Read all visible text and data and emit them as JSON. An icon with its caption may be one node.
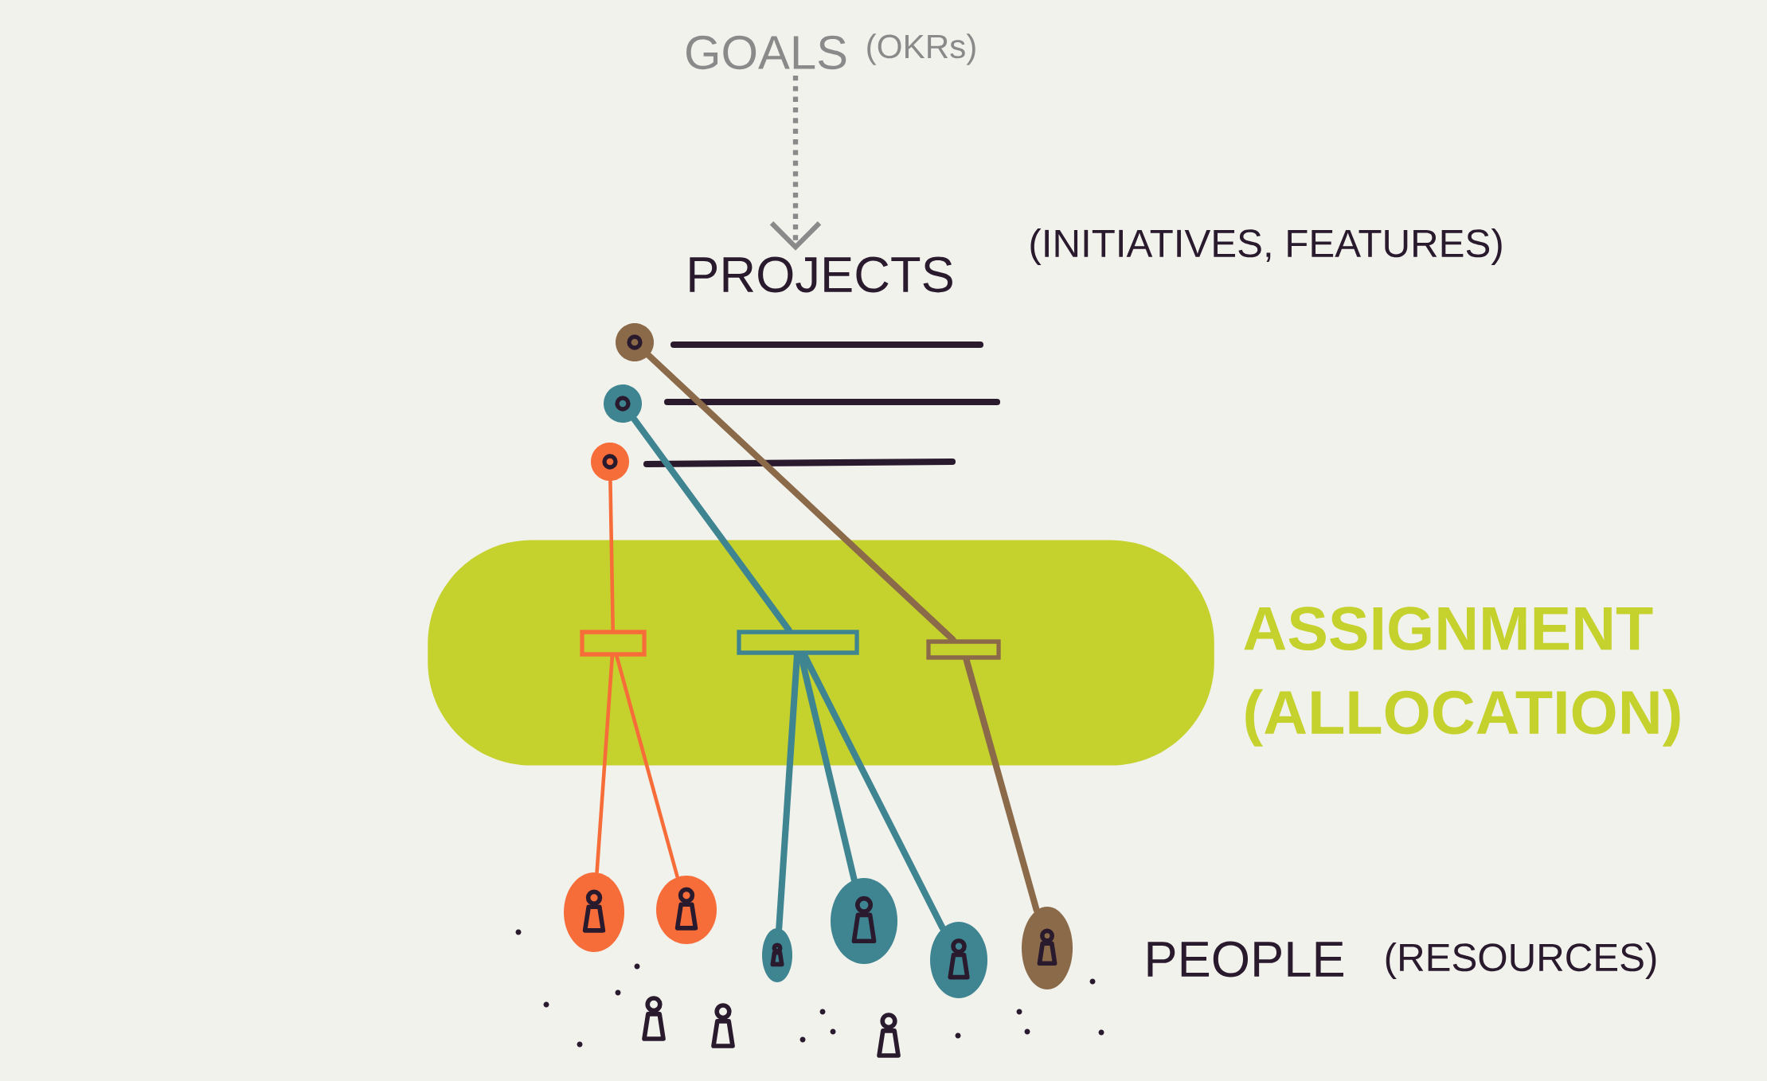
{
  "diagram": {
    "nodes": [
      {
        "text": [
          "GOALS"
        ],
        "beside": [
          "(OKRs)"
        ]
      },
      {
        "text": [
          "PROJECTS"
        ],
        "beside": [
          "(INITIATIVES, FEATURES)"
        ]
      },
      {
        "text": [],
        "shape": "circle"
      },
      {
        "text": [],
        "shape": "circle"
      },
      {
        "text": [],
        "shape": "circle"
      },
      {
        "text": [
          "ASSIGNMENT (ALLOCATION)"
        ]
      },
      {
        "text": [],
        "shape": "box",
        "in": 5
      },
      {
        "text": [],
        "shape": "box",
        "in": 5
      },
      {
        "text": [],
        "shape": "box",
        "in": 5
      },
      {
        "text": [],
        "shape": "person"
      },
      {
        "text": [],
        "shape": "person"
      },
      {
        "text": [],
        "shape": "person"
      },
      {
        "text": [],
        "shape": "person"
      },
      {
        "text": [],
        "shape": "person"
      },
      {
        "text": [],
        "shape": "person"
      },
      {
        "text": [
          "PEOPLE"
        ],
        "beside": [
          "(RESOURCES)"
        ]
      }
    ],
    "edges": [
      {
        "from": 0,
        "to": 1,
        "arrow": "to",
        "style": "dashed",
        "color": "#8a8a8a"
      },
      {
        "from": 2,
        "to": 8,
        "arrow": "none",
        "color": "#8b6a4a"
      },
      {
        "from": 3,
        "to": 7,
        "arrow": "none",
        "color": "#3f8591"
      },
      {
        "from": 4,
        "to": 6,
        "arrow": "none",
        "color": "#f76d3a"
      },
      {
        "from": 6,
        "to": 9,
        "arrow": "none",
        "color": "#f76d3a"
      },
      {
        "from": 6,
        "to": 10,
        "arrow": "none",
        "color": "#f76d3a"
      },
      {
        "from": 7,
        "to": 11,
        "arrow": "none",
        "color": "#3f8591"
      },
      {
        "from": 7,
        "to": 12,
        "arrow": "none",
        "color": "#3f8591"
      },
      {
        "from": 7,
        "to": 13,
        "arrow": "none",
        "color": "#3f8591"
      },
      {
        "from": 8,
        "to": 14,
        "arrow": "none",
        "color": "#8b6a4a"
      }
    ]
  }
}
